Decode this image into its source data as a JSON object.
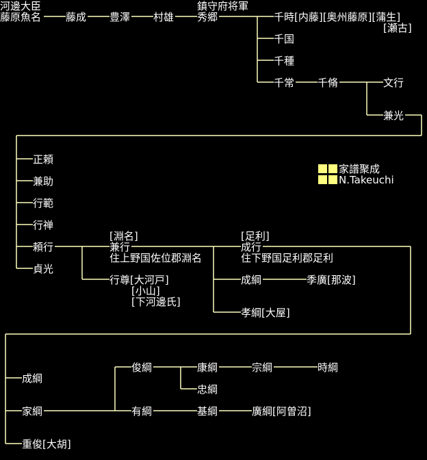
{
  "colors": {
    "background": "#000000",
    "line": "#ffffc0",
    "text": "#ffffff",
    "legend_square": "#ffff80"
  },
  "legend": {
    "title": "家譜聚成",
    "author": "N.Takeuchi"
  },
  "nodes": {
    "uono_title": "河邊大臣",
    "uono": "藤原魚名",
    "fujinari": "藤成",
    "toyosawa": "豊澤",
    "muraoo": "村雄",
    "hidesato_title": "鎮守府将軍",
    "hidesato": "秀郷",
    "chitoki": "千時[内藤][奥州藤原][蒲生]",
    "chitoki_b": "[瀬古]",
    "chikuni": "千国",
    "chitane": "千種",
    "chitsune": "千常",
    "chisa": "千脩",
    "fumiyuki": "文行",
    "kanemitsu": "兼光",
    "masayori": "正頼",
    "kanesuke": "兼助",
    "yukinori": "行範",
    "yukiyoshi": "行禅",
    "yorikuki": "頼行",
    "sadamitsu": "貞光",
    "kaneyuki_clan": "[淵名]",
    "kaneyuki": "兼行",
    "kaneyuki_note": "住上野国佐位郡淵名",
    "nariyuki_clan": "[足利]",
    "nariyuki": "成行",
    "nariyuki_note": "住下野国足利郡足利",
    "yukitaka": "行尊[大河戸]",
    "yukitaka_b": "[小山]",
    "yukitaka_c": "[下河邊氏]",
    "naritsuna": "成綱",
    "suehiro": "季廣[那波]",
    "takatsuna": "孝綱[大屋]",
    "naritsuna2": "成綱",
    "ietsuna": "家綱",
    "shigetoshi": "重俊[大胡]",
    "toshitsuna": "俊綱",
    "yasutsuna": "康綱",
    "munetsuna": "宗綱",
    "tokitsuna": "時綱",
    "tadatsuna": "忠綱",
    "aritsuna": "有綱",
    "mototsuna": "基綱",
    "hirotsuna": "廣綱[阿曽沼]"
  }
}
